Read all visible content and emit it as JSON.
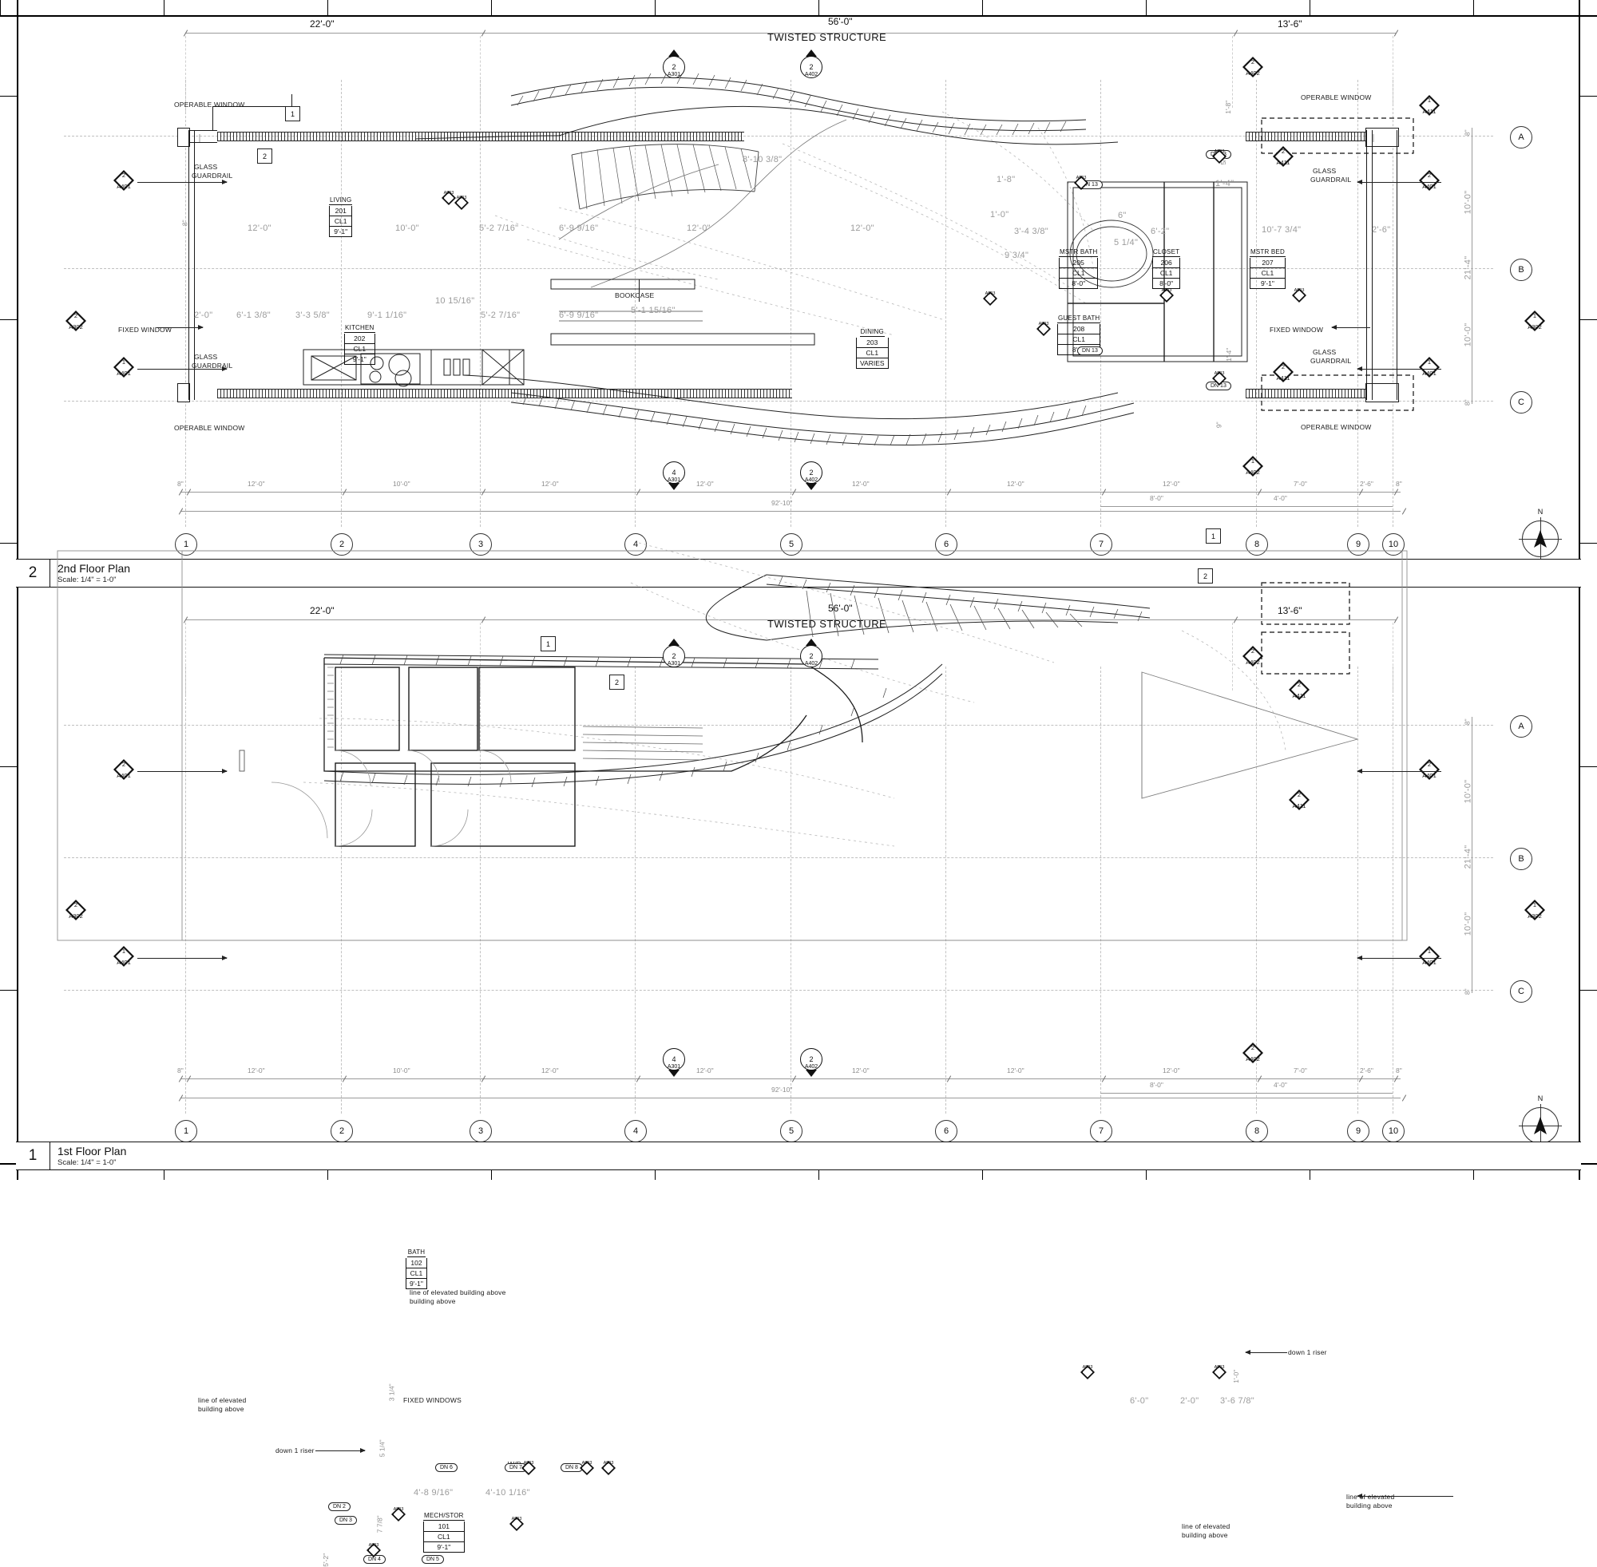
{
  "sheet": {
    "plans": [
      {
        "id": "plan-2",
        "number": "2",
        "title": "2nd Floor Plan",
        "scale": "Scale: 1/4\" = 1-0\"",
        "overall_title": "TWISTED STRUCTURE",
        "top_dims": [
          "22'-0\"",
          "56'-0\"",
          "13'-6\""
        ],
        "bottom_dims": [
          "8\"",
          "12'-0\"",
          "10'-0\"",
          "12'-0\"",
          "12'-0\"",
          "12'-0\"",
          "12'-0\"",
          "12'-0\"",
          "7'-0\"",
          "2'-6\"",
          "8\""
        ],
        "overall_bottom_dim": "92'-10\"",
        "bottom_sub_dims": [
          "8'-0\"",
          "4'-0\""
        ],
        "right_dims": [
          "8\"",
          "10'-0\"",
          "21'-4\"",
          "10'-0\"",
          "8\""
        ],
        "grid_numbers": [
          "1",
          "2",
          "3",
          "4",
          "5",
          "6",
          "7",
          "8",
          "9",
          "10"
        ],
        "grid_letters": [
          "A",
          "B",
          "C"
        ],
        "rooms": [
          {
            "name": "LIVING",
            "number": "201",
            "ceiling": "CL1",
            "height": "9'-1\""
          },
          {
            "name": "KITCHEN",
            "number": "202",
            "ceiling": "CL1",
            "height": "9'-1\""
          },
          {
            "name": "DINING",
            "number": "203",
            "ceiling": "CL1",
            "height": "VARIES"
          },
          {
            "name": "MSTR BATH",
            "number": "205",
            "ceiling": "CL1",
            "height": "8'-0\""
          },
          {
            "name": "CLOSET",
            "number": "206",
            "ceiling": "CL1",
            "height": "8'-0\""
          },
          {
            "name": "MSTR BED",
            "number": "207",
            "ceiling": "CL1",
            "height": "9'-1\""
          },
          {
            "name": "GUEST BATH",
            "number": "208",
            "ceiling": "CL1",
            "height": "8'-0\""
          }
        ],
        "annotations": [
          "OPERABLE WINDOW",
          "GLASS GUARDRAIL",
          "FIXED WINDOW",
          "OPERABLE WINDOW",
          "GLASS GUARDRAIL",
          "BOOKCASE",
          "OPERABLE WINDOW",
          "GLASS GUARDRAIL",
          "FIXED WINDOW",
          "GLASS GUARDRAIL",
          "OPERABLE WINDOW"
        ],
        "interior_dims": [
          "12'-0\"",
          "10'-0\"",
          "5'-2 7/16\"",
          "6'-9 9/16\"",
          "12'-0\"",
          "12'-0\"",
          "8'-10 3/8\"",
          "9 3/4\"",
          "1'-0\"",
          "3'-4 3/8\"",
          "10'-7 3/4\"",
          "2'-6\"",
          "2'-0\"",
          "6'-1 3/8\"",
          "3'-3 5/8\"",
          "9'-1 1/16\"",
          "10 15/16\"",
          "5'-2 7/16\"",
          "6'-9 9/16\"",
          "5'-1 15/16\"",
          "5 1/4\"",
          "6'-2\"",
          "6\"",
          "1'-8\"",
          "5/8\"",
          "9\"",
          "8\"",
          "1'-4\"",
          "2'-6\"",
          "8\""
        ],
        "markers": [
          {
            "kind": "section",
            "num": "2",
            "sheet": "A301"
          },
          {
            "kind": "section",
            "num": "2",
            "sheet": "A402"
          },
          {
            "kind": "section",
            "num": "2",
            "sheet": "A402"
          },
          {
            "kind": "detail",
            "num": "1",
            "sheet": "A411"
          },
          {
            "kind": "detail",
            "num": "2",
            "sheet": "A411"
          },
          {
            "kind": "detail",
            "num": "2",
            "sheet": "A401"
          },
          {
            "kind": "detail",
            "num": "2",
            "sheet": "A401"
          },
          {
            "kind": "detail",
            "num": "2",
            "sheet": "A302"
          },
          {
            "kind": "detail",
            "num": "1",
            "sheet": "A401"
          },
          {
            "kind": "detail",
            "num": "1",
            "sheet": "A401"
          },
          {
            "kind": "detail",
            "num": "1",
            "sheet": "A302"
          },
          {
            "kind": "section",
            "num": "4",
            "sheet": "A301"
          },
          {
            "kind": "section",
            "num": "2",
            "sheet": "A402"
          },
          {
            "kind": "detail",
            "num": "1",
            "sheet": "A402"
          },
          {
            "kind": "detail",
            "num": "2",
            "sheet": "A411"
          }
        ],
        "keynotes": [
          "1",
          "2",
          "1",
          "2"
        ],
        "door_tags": [
          "DN 13",
          "DN 13"
        ],
        "north_label": "N"
      },
      {
        "id": "plan-1",
        "number": "1",
        "title": "1st Floor Plan",
        "scale": "Scale: 1/4\" = 1-0\"",
        "overall_title": "TWISTED STRUCTURE",
        "top_dims": [
          "22'-0\"",
          "56'-0\"",
          "13'-6\""
        ],
        "bottom_dims": [
          "8\"",
          "12'-0\"",
          "10'-0\"",
          "12'-0\"",
          "12'-0\"",
          "12'-0\"",
          "12'-0\"",
          "12'-0\"",
          "7'-0\"",
          "2'-6\"",
          "8\""
        ],
        "overall_bottom_dim": "92'-10\"",
        "bottom_sub_dims": [
          "8'-0\"",
          "4'-0\""
        ],
        "right_dims": [
          "8\"",
          "10'-0\"",
          "21'-4\"",
          "10'-0\"",
          "8\""
        ],
        "grid_numbers": [
          "1",
          "2",
          "3",
          "4",
          "5",
          "6",
          "7",
          "8",
          "9",
          "10"
        ],
        "grid_letters": [
          "A",
          "B",
          "C"
        ],
        "rooms": [
          {
            "name": "BATH",
            "number": "102",
            "ceiling": "CL1",
            "height": "9'-1\""
          },
          {
            "name": "MECH/STOR",
            "number": "101",
            "ceiling": "CL1",
            "height": "9'-1\""
          },
          {
            "name": "W/D",
            "number": "",
            "ceiling": "",
            "height": ""
          }
        ],
        "annotations": [
          "line of elevated building above",
          "line of elevated building above",
          "line of elevated building above",
          "line of elevated building above",
          "FIXED WINDOWS",
          "down 1 riser",
          "down 1 riser"
        ],
        "interior_dims": [
          "3 1/4\"",
          "5 1/4\"",
          "4'-8 9/16\"",
          "4'-10 1/16\"",
          "7 7/8\"",
          "6'-0\"",
          "2'-0\"",
          "3'-6 7/8\"",
          "1'-0\"",
          "5'-2\""
        ],
        "markers": [
          {
            "kind": "section",
            "num": "2",
            "sheet": "A301"
          },
          {
            "kind": "section",
            "num": "2",
            "sheet": "A402"
          },
          {
            "kind": "detail",
            "num": "2",
            "sheet": "A402"
          },
          {
            "kind": "detail",
            "num": "2",
            "sheet": "A411"
          },
          {
            "kind": "detail",
            "num": "2",
            "sheet": "A411"
          },
          {
            "kind": "detail",
            "num": "2",
            "sheet": "A401"
          },
          {
            "kind": "detail",
            "num": "2",
            "sheet": "A401"
          },
          {
            "kind": "detail",
            "num": "2",
            "sheet": "A302"
          },
          {
            "kind": "detail",
            "num": "1",
            "sheet": "A401"
          },
          {
            "kind": "detail",
            "num": "1",
            "sheet": "A401"
          },
          {
            "kind": "detail",
            "num": "1",
            "sheet": "A302"
          },
          {
            "kind": "section",
            "num": "4",
            "sheet": "A301"
          },
          {
            "kind": "section",
            "num": "2",
            "sheet": "A402"
          },
          {
            "kind": "detail",
            "num": "2",
            "sheet": "A402"
          }
        ],
        "keynotes": [
          "1",
          "2",
          "1",
          "2"
        ],
        "door_tags": [
          "DN 2",
          "DN 3",
          "DN 4",
          "DN 5",
          "DN 6",
          "DN 7",
          "DN 8"
        ],
        "north_label": "N"
      }
    ]
  }
}
